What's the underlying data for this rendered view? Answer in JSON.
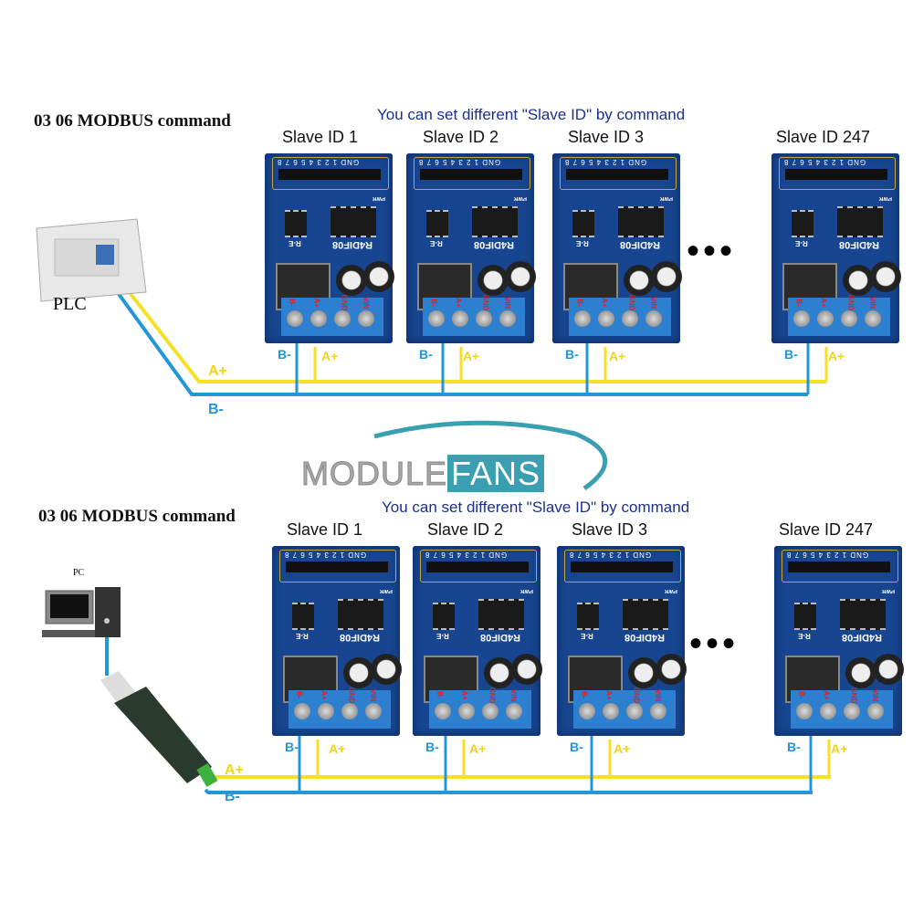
{
  "colors": {
    "wire_a": "#f5e025",
    "wire_b": "#2296d6",
    "board": "#17458f",
    "note_text": "#1b2f8f",
    "logo_gray": "#a8a8a8",
    "logo_teal": "#3a9fb0"
  },
  "logo": {
    "part1": "MODULE",
    "part2": "FANS"
  },
  "board_text": {
    "model": "R4DIF08",
    "header": "GND 1 2 3 4 5 6 7 8",
    "terminals": [
      "B-",
      "A+",
      "GND",
      "VIN"
    ],
    "rs": "R-E",
    "pwr": "PWR"
  },
  "sections": [
    {
      "command": "03 06 MODBUS command",
      "note": "You can set different \"Slave ID\" by command",
      "master": "PLC",
      "master_icon": "plc-icon",
      "slaves": [
        "Slave ID 1",
        "Slave ID 2",
        "Slave ID 3",
        "Slave ID 247"
      ],
      "ellipsis": "•••",
      "bus_a": "A+",
      "bus_b": "B-",
      "tap_b": "B-",
      "tap_a": "A+"
    },
    {
      "command": "03 06 MODBUS command",
      "note": "You can set different \"Slave ID\" by command",
      "master": "PC",
      "master_icon": "desktop-computer-icon",
      "slaves": [
        "Slave ID 1",
        "Slave ID 2",
        "Slave ID 3",
        "Slave ID 247"
      ],
      "ellipsis": "•••",
      "bus_a": "A+",
      "bus_b": "B-",
      "tap_b": "B-",
      "tap_a": "A+"
    }
  ]
}
